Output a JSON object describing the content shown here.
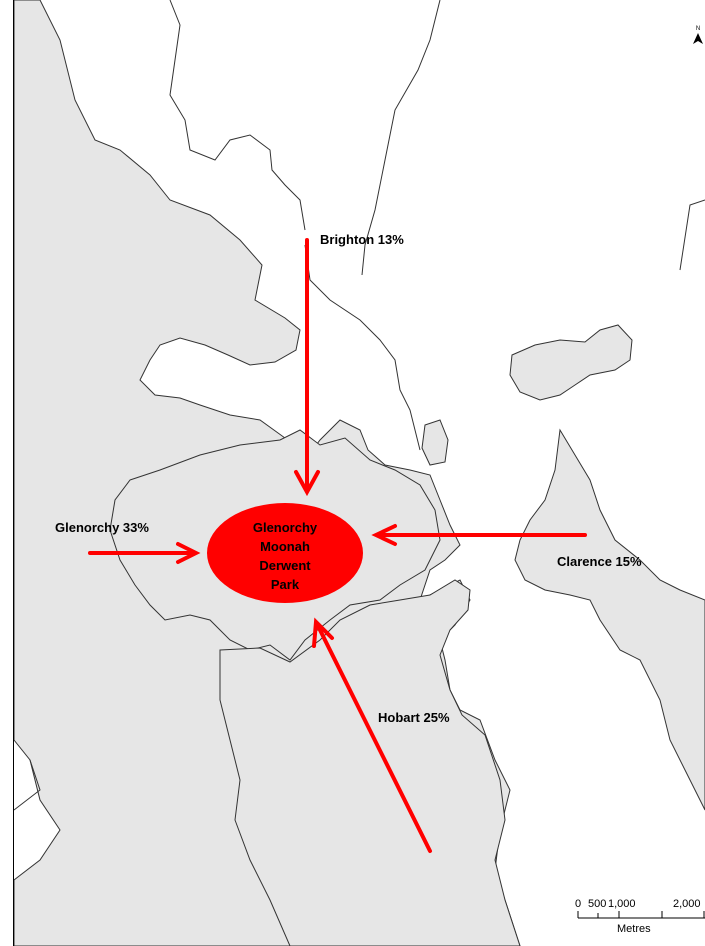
{
  "destination": {
    "lines": [
      "Glenorchy",
      "Moonah",
      "Derwent",
      "Park"
    ],
    "fill": "#ff0000"
  },
  "origins": [
    {
      "name": "Brighton",
      "share": "13%",
      "text": "Brighton  13%"
    },
    {
      "name": "Glenorchy",
      "share": "33%",
      "text": "Glenorchy  33%"
    },
    {
      "name": "Clarence",
      "share": "15%",
      "text": "Clarence 15%"
    },
    {
      "name": "Hobart",
      "share": "25%",
      "text": "Hobart  25%"
    }
  ],
  "scale_bar": {
    "ticks": [
      "0",
      "500",
      "1,000",
      "2,000"
    ],
    "unit": "Metres"
  },
  "north_arrow": {
    "label": "N"
  },
  "colors": {
    "land": "#e6e6e6",
    "boundary": "#333333",
    "arrow": "#ff0000"
  }
}
